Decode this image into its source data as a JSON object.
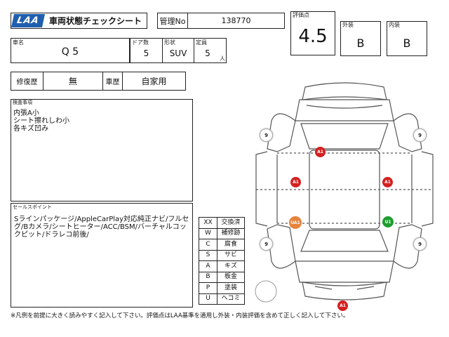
{
  "header": {
    "logo_text": "LAA",
    "sheet_title": "車両状態チェックシート",
    "control_no_label": "管理No",
    "control_no": "138770"
  },
  "vehicle": {
    "name_label": "車名",
    "name": "Q 5",
    "doors_label": "ドア数",
    "doors": "5",
    "body_type_label": "形状",
    "body_type": "SUV",
    "capacity_label": "定員",
    "capacity": "5",
    "capacity_unit": "人"
  },
  "grades": {
    "score_label": "評価点",
    "score": "4.5",
    "exterior_label": "外装",
    "exterior": "B",
    "interior_label": "内装",
    "interior": "B"
  },
  "history": {
    "repair_label": "修復歴",
    "repair_value": "無",
    "usage_label": "車歴",
    "usage_value": "自家用"
  },
  "inspection": {
    "label": "検査事項",
    "lines": [
      "内張A小",
      "シート擦れしわ小",
      "各キズ凹み"
    ]
  },
  "sales_points": {
    "label": "セールスポイント",
    "text": "Sラインパッケージ/AppleCarPlay対応純正ナビ/フルセグ/Bカメラ/シートヒーター/ACC/BSM/バーチャルコックピット/ドラレコ前後/"
  },
  "legend": [
    {
      "code": "XX",
      "meaning": "交換済"
    },
    {
      "code": "W",
      "meaning": "補修跡"
    },
    {
      "code": "C",
      "meaning": "腐食"
    },
    {
      "code": "S",
      "meaning": "サビ"
    },
    {
      "code": "A",
      "meaning": "キズ"
    },
    {
      "code": "B",
      "meaning": "板金"
    },
    {
      "code": "P",
      "meaning": "塗装"
    },
    {
      "code": "U",
      "meaning": "ヘコミ"
    }
  ],
  "diagram": {
    "wheels": [
      "9",
      "9",
      "9",
      "9"
    ],
    "marks": [
      {
        "label": "A1",
        "color": "#d42020"
      },
      {
        "label": "A1",
        "color": "#d42020"
      },
      {
        "label": "A1",
        "color": "#d42020"
      },
      {
        "label": "UA1",
        "color": "#e8823a"
      },
      {
        "label": "U1",
        "color": "#1e9e2e"
      },
      {
        "label": "A1",
        "color": "#d42020"
      }
    ]
  },
  "footer": {
    "note": "※凡例を前提に大きく読みやすく記入して下さい。評価点はLAA基準を適用し外装・内装評価を含めて正しく記入して下さい。"
  },
  "colors": {
    "logo_blue": "#1f5fae",
    "damage_red": "#d42020",
    "damage_orange": "#e8823a",
    "damage_green": "#1e9e2e"
  }
}
